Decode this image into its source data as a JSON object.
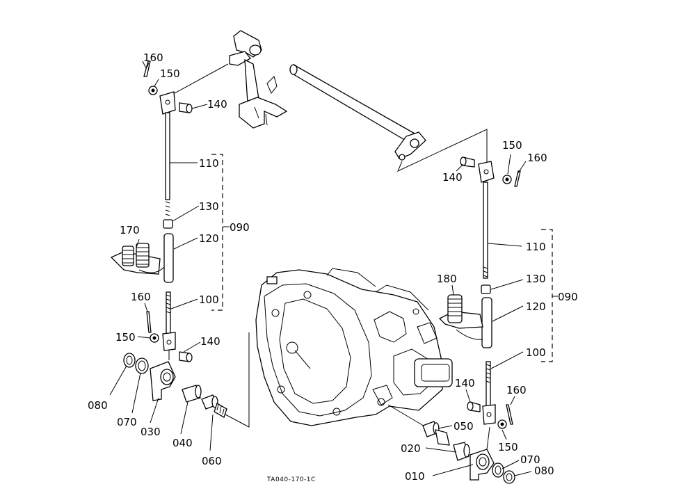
{
  "labels": {
    "l160a": "160",
    "l150a": "150",
    "l140a": "140",
    "l110a": "110",
    "l130a": "130",
    "l090a": "090",
    "l170": "170",
    "l120a": "120",
    "l160b": "160",
    "l100a": "100",
    "l150b": "150",
    "l140b": "140",
    "l080a": "080",
    "l070a": "070",
    "l030": "030",
    "l040": "040",
    "l060": "060",
    "l150c": "150",
    "l160c": "160",
    "l140c": "140",
    "l110b": "110",
    "l180": "180",
    "l130b": "130",
    "l090b": "090",
    "l120b": "120",
    "l100b": "100",
    "l140d": "140",
    "l160d": "160",
    "l050": "050",
    "l150d": "150",
    "l020": "020",
    "l070b": "070",
    "l010": "010",
    "l080b": "080"
  },
  "drawing_code": "TA040-170-1C"
}
